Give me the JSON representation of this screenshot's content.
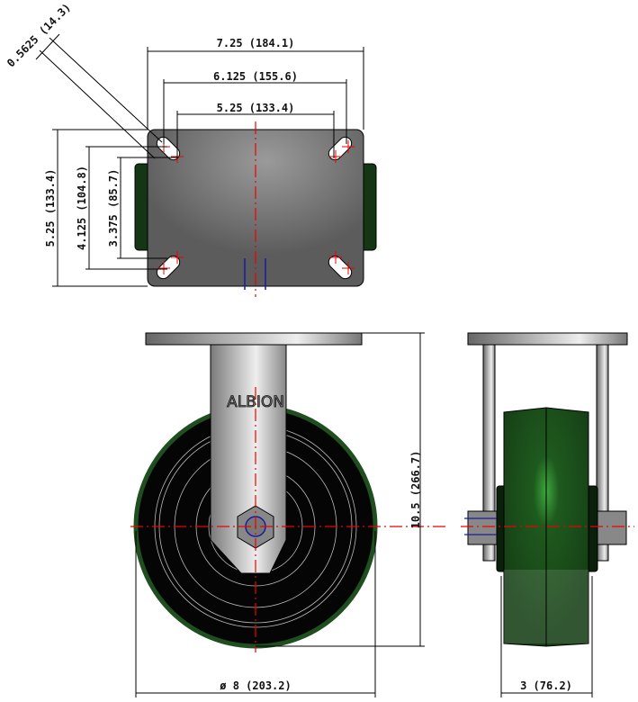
{
  "brand": "ALBION",
  "colors": {
    "plate": "#5f5f5f",
    "tread": "#1f4f1f",
    "wheel_core": "#050505",
    "centerline": "#e00000",
    "bolt": "#1a1aa0"
  },
  "top_view": {
    "overall_width": "7.25 (184.1)",
    "hole_span_outer": "6.125 (155.6)",
    "hole_span_inner": "5.25 (133.4)",
    "overall_length": "5.25 (133.4)",
    "hole_length_outer": "4.125 (104.8)",
    "hole_length_inner": "3.375 (85.7)",
    "slot_width": "0.5625 (14.3)"
  },
  "front_view": {
    "overall_height": "10.5 (266.7)",
    "wheel_diameter": "ø 8 (203.2)"
  },
  "side_view": {
    "wheel_width": "3 (76.2)"
  }
}
